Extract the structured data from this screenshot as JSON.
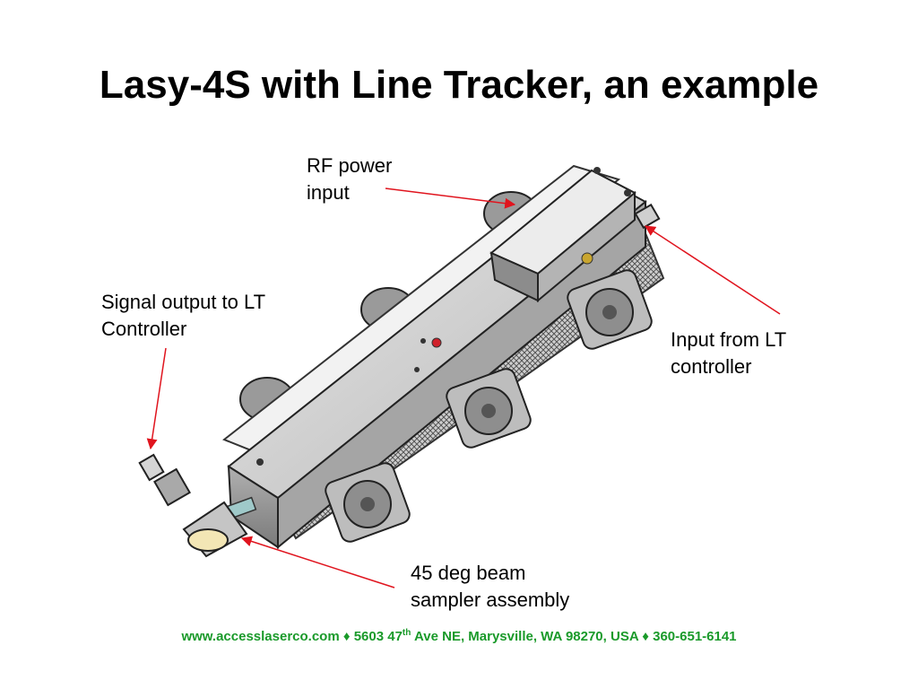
{
  "slide": {
    "title": "Lasy-4S with Line Tracker, an example"
  },
  "labels": {
    "rf_power_input": [
      "RF power",
      "input"
    ],
    "signal_output": [
      "Signal output to LT",
      "Controller"
    ],
    "input_from_lt": [
      "Input from LT",
      "controller"
    ],
    "beam_sampler": [
      "45 deg beam",
      "sampler assembly"
    ]
  },
  "footer": {
    "website": "www.accesslaserco.com",
    "separator": " ♦ ",
    "address_number": "5603 47",
    "address_sup": "th",
    "address_rest": " Ave NE, Marysville, WA 98270, USA",
    "phone": "360-651-6141"
  },
  "colors": {
    "arrow": "#e0141e",
    "footer_text": "#1a9a2a"
  }
}
